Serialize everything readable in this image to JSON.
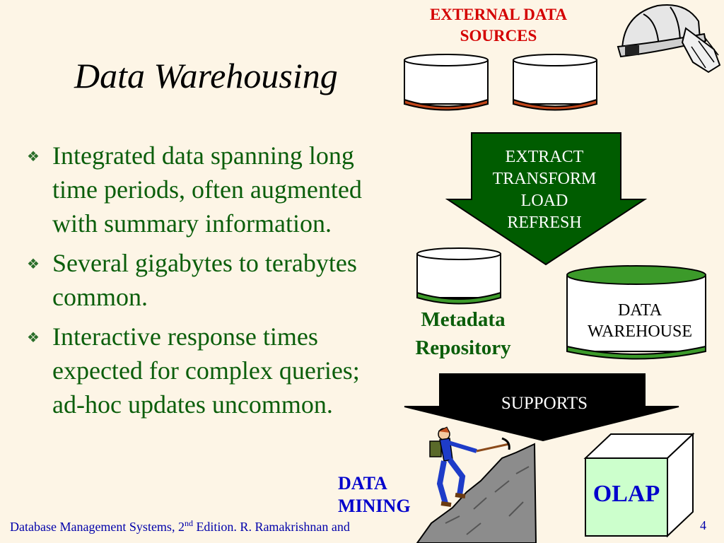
{
  "slide": {
    "title": "Data Warehousing",
    "bullets": [
      "Integrated data spanning long time periods, often augmented with summary information.",
      "Several gigabytes to terabytes common.",
      "Interactive response times expected for complex queries; ad-hoc updates uncommon."
    ]
  },
  "diagram": {
    "external_label_lines": [
      "EXTERNAL DATA",
      "SOURCES"
    ],
    "etl_lines": [
      "EXTRACT",
      "TRANSFORM",
      "LOAD",
      "REFRESH"
    ],
    "metadata_lines": [
      "Metadata",
      "Repository"
    ],
    "warehouse_lines": [
      "DATA",
      "WAREHOUSE"
    ],
    "supports_label": "SUPPORTS",
    "olap_label": "OLAP",
    "data_mining_lines": [
      "DATA",
      "MINING"
    ]
  },
  "footer": {
    "text_before_sup": "Database Management Systems, 2",
    "sup": "nd",
    "text_after_sup": " Edition. R. Ramakrishnan and",
    "page_number": "4"
  },
  "colors": {
    "background": "#FDF5E6",
    "bullet_text": "#0B5E0B",
    "external_label": "#D40000",
    "arrow_fill": "#005C00",
    "olap_fill": "#CCFFCC",
    "link_blue": "#0000CC"
  },
  "icons": [
    "hard-hat-icon",
    "climber-icon",
    "bullet-diamond-icon"
  ]
}
